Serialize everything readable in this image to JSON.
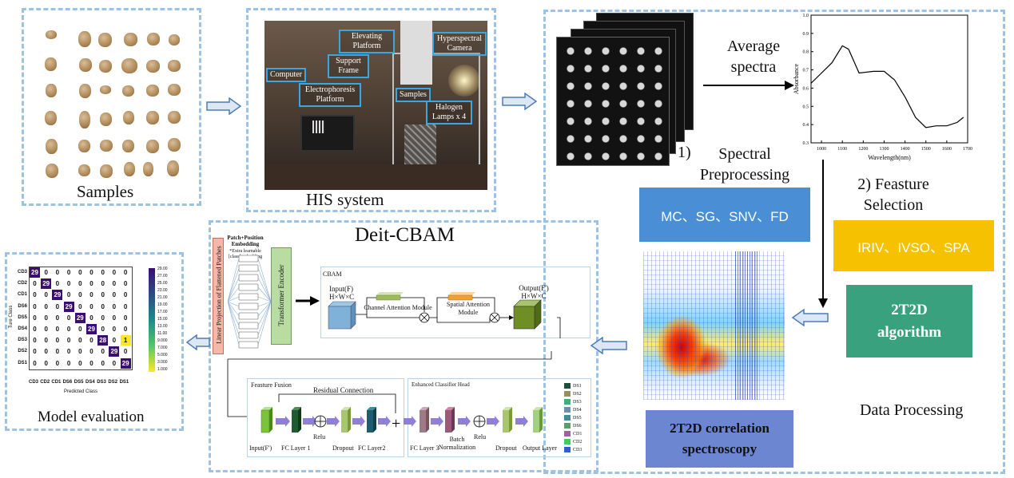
{
  "panels": {
    "samples": "Samples",
    "his_system": "HIS system",
    "deit_cbam": "Deit-CBAM",
    "model_evaluation": "Model evaluation",
    "data_processing": "Data Processing"
  },
  "photo_labels": {
    "elevating": "Elevating Platform",
    "hyperspectral": "Hyperspectral Camera",
    "support": "Support Frame",
    "computer": "Computer",
    "electrophoresis": "Electrophoresis Platform",
    "samples": "Samples",
    "halogen": "Halogen Lamps x 4"
  },
  "steps": {
    "average_spectra": "Average spectra",
    "spectral_preprocessing_num": "1)",
    "spectral_preprocessing": "Spectral Preprocessing",
    "feature_selection": "2) Feasture Selection"
  },
  "methods": {
    "preprocessing": "MC、SG、SNV、FD",
    "selection": "IRIV、IVSO、SPA",
    "algorithm": "2T2D algorithm",
    "correlation": "2T2D correlation spectroscopy"
  },
  "colors": {
    "preprocessing": "#4a8fd6",
    "selection": "#f6c200",
    "algorithm": "#3aa17e",
    "correlation": "#6d86d2",
    "dash": "#9cc3e6"
  },
  "spectrum_chart": {
    "xlabel": "Wavelength(nm)",
    "ylabel": "Absorbance",
    "x_ticks": [
      "1000",
      "1100",
      "1200",
      "1300",
      "1400",
      "1500",
      "1600",
      "1700"
    ],
    "y_ticks": [
      "0.3",
      "0.4",
      "0.5",
      "0.6",
      "0.7",
      "0.8",
      "0.9",
      "1.0"
    ]
  },
  "arch": {
    "patch_title": "Patch+Position Embedding",
    "patch_note": "*Extra learnable [class]embedding",
    "linear_projection": "Linear Projection of Flattened Patches",
    "encoder": "Transformer Encoder",
    "cbam_title": "CBAM",
    "input": "Input(F) H×W×C",
    "output": "Output(F') H×W×C",
    "channel_attention": "Channel Attention Module",
    "spatial_attention": "Spatial Attention Module",
    "fusion_title": "Feasture Fusion",
    "residual": "Residual Connection",
    "input_f": "Input(F')",
    "fc1": "FC Layer 1",
    "relu": "Relu",
    "dropout": "Dropout",
    "fc2": "FC Layer2",
    "plus": "+",
    "head_title": "Enhanced Classifier Head",
    "fc3": "FC Layer 3",
    "batch_norm": "Batch Normalization",
    "output_layer": "Output Layer",
    "legend": [
      {
        "name": "DS1",
        "color": "#1f4e3a"
      },
      {
        "name": "DS2",
        "color": "#9a8f5e"
      },
      {
        "name": "DS3",
        "color": "#38b37c"
      },
      {
        "name": "DS4",
        "color": "#6a8fb0"
      },
      {
        "name": "DS5",
        "color": "#3f8f9b"
      },
      {
        "name": "DS6",
        "color": "#5a9e6a"
      },
      {
        "name": "CD1",
        "color": "#a0629c"
      },
      {
        "name": "CD2",
        "color": "#3ecf5a"
      },
      {
        "name": "CD3",
        "color": "#2b5fd6"
      }
    ]
  },
  "confusion": {
    "rows": [
      "CD3",
      "CD2",
      "CD1",
      "DS6",
      "DS5",
      "DS4",
      "DS3",
      "DS2",
      "DS1"
    ],
    "cols": [
      "CD3",
      "CD2",
      "CD1",
      "DS6",
      "DS5",
      "DS4",
      "DS3",
      "DS2",
      "DS1"
    ],
    "matrix": [
      [
        29,
        0,
        0,
        0,
        0,
        0,
        0,
        0,
        0
      ],
      [
        0,
        29,
        0,
        0,
        0,
        0,
        0,
        0,
        0
      ],
      [
        0,
        0,
        29,
        0,
        0,
        0,
        0,
        0,
        0
      ],
      [
        0,
        0,
        0,
        29,
        0,
        0,
        0,
        0,
        0
      ],
      [
        0,
        0,
        0,
        0,
        29,
        0,
        0,
        0,
        0
      ],
      [
        0,
        0,
        0,
        0,
        0,
        29,
        0,
        0,
        0
      ],
      [
        0,
        0,
        0,
        0,
        0,
        0,
        28,
        0,
        1
      ],
      [
        0,
        0,
        0,
        0,
        0,
        0,
        0,
        29,
        0
      ],
      [
        0,
        0,
        0,
        0,
        0,
        0,
        0,
        0,
        29
      ]
    ],
    "ylabel": "Ture Class",
    "xlabel": "Predicted Class",
    "colorbar": [
      "29.00",
      "27.00",
      "25.00",
      "23.00",
      "21.00",
      "19.00",
      "17.00",
      "15.00",
      "13.00",
      "11.00",
      "9.000",
      "7.000",
      "5.000",
      "3.000",
      "1.000"
    ]
  }
}
